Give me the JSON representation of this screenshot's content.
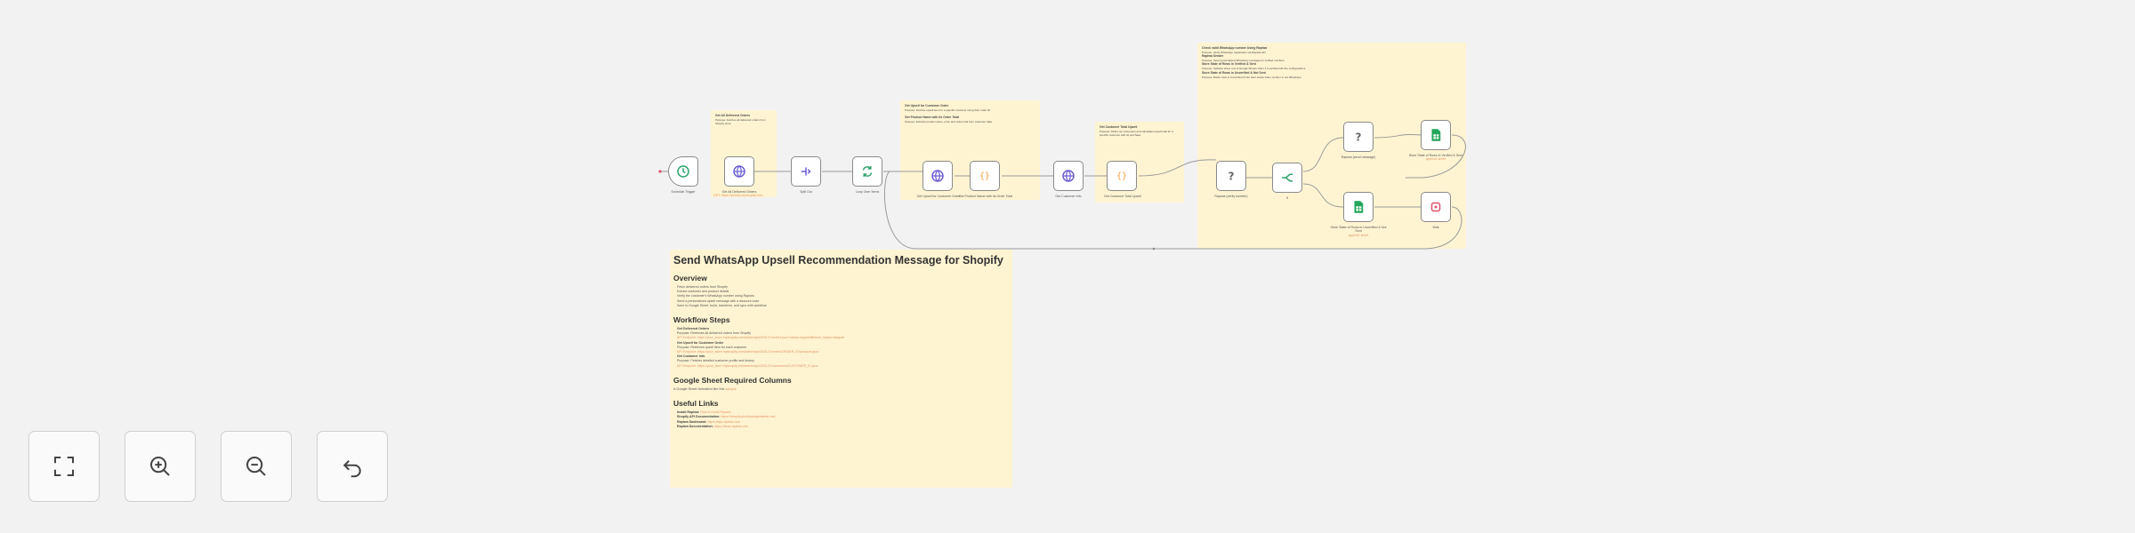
{
  "colors": {
    "accent_sheet": "#22a65a",
    "accent_purple": "#6b5dd3",
    "accent_orange": "#f29b38",
    "accent_teal": "#2fa36b",
    "accent_red": "#e0506b",
    "sticky_bg": "#fff4d1",
    "link": "#e0956b"
  },
  "nodes": [
    {
      "id": "n1",
      "icon": "clock-icon",
      "label": "Schedule Trigger",
      "sub": ""
    },
    {
      "id": "n2",
      "icon": "globe-icon",
      "label": "Get All Delivered Orders",
      "sub": "GET: https://{store}.myshopify.com..."
    },
    {
      "id": "n3",
      "icon": "split-icon",
      "label": "Split Out",
      "sub": ""
    },
    {
      "id": "n4",
      "icon": "loop-icon",
      "label": "Loop Over Items",
      "sub": ""
    },
    {
      "id": "n5",
      "icon": "globe-icon",
      "label": "Get Upsell for Customer Order",
      "sub": ""
    },
    {
      "id": "n6",
      "icon": "code-icon",
      "label": "Get Product Name with its Order Total",
      "sub": ""
    },
    {
      "id": "n7",
      "icon": "globe-icon",
      "label": "Get Customer Info",
      "sub": ""
    },
    {
      "id": "n8",
      "icon": "code-icon",
      "label": "Get Customer Total Upsell",
      "sub": ""
    },
    {
      "id": "n9",
      "icon": "question-icon",
      "label": "Rapiwa (verify number)",
      "sub": ""
    },
    {
      "id": "n10",
      "icon": "if-icon",
      "label": "If",
      "sub": ""
    },
    {
      "id": "n11",
      "icon": "question-icon",
      "label": "Rapiwa (send message)",
      "sub": ""
    },
    {
      "id": "n12",
      "icon": "sheet-icon",
      "label": "Store State of Rows in Verified & Sent",
      "sub": "append: sheet"
    },
    {
      "id": "n13",
      "icon": "sheet-icon",
      "label": "Store State of Rows in Unverified & Not Sent",
      "sub": "append: sheet"
    },
    {
      "id": "n14",
      "icon": "wait-icon",
      "label": "Wait",
      "sub": ""
    }
  ],
  "notes": {
    "n_get_orders": {
      "title": "Get All Delivered Orders",
      "body": [
        "Purpose: Fetches all delivered orders from Shopify store"
      ]
    },
    "n_upsell": {
      "title": "Get Upsell for Customer Order",
      "body": [
        "Purpose: Fetches upsell item for a specific customer using their order ID",
        "Get Product Name with its Order Total",
        "Purpose: Extracts product name, price and order total from customer data"
      ]
    },
    "n_customer": {
      "title": "Get Customer Total Upsell",
      "body": [
        "Purpose: Filters out customers and calculates upsell total for a specific customer with its purchase"
      ]
    },
    "n_rapiwa": {
      "title": "Check valid WhatsApp number Using Rapiwa",
      "body": [
        "Purpose: Verify WhatsApp registration via Rapiwa API",
        "Rapiwa Sender",
        "Purpose: Send personalized WhatsApp message for verified numbers",
        "Store State of Rows in Verified & Sent",
        "Purpose: Updates sheet row of Google Sheets when it is verified with the configurations",
        "Store State of Rows in Unverified & Not Sent",
        "Purpose: Marks rows in Unverified & Not Sent status when number is not WhatsApp"
      ]
    }
  },
  "main_note": {
    "title": "Send WhatsApp Upsell Recommendation Message for Shopify",
    "overview_heading": "Overview",
    "overview_items": [
      "Fetch delivered orders from Shopify",
      "Extract customer and product details",
      "Verify the customer's WhatsApp number using Rapiwa",
      "Send a personalized upsell message with a discount code",
      "Save to Google Sheet: build, transform, and sync with workflow"
    ],
    "steps_heading": "Workflow Steps",
    "steps": [
      {
        "name": "Get Delivered Orders",
        "items": [
          "Purpose: Retrieves all delivered orders from Shopify",
          "API Endpoint: https://your_store.myshopify.com/admin/api/2025-07/orders.json?status=any&fulfillment_status=shipped"
        ]
      },
      {
        "name": "Get Upsell for Customer Order",
        "items": [
          "Purpose: Retrieves upsell item for each customer",
          "API Endpoint: https://your_store.myshopify.com/admin/api/2025-07/orders/ORDER_ID/products.json"
        ]
      },
      {
        "name": "Get Customer Info",
        "items": [
          "Purpose: Fetches detailed customer profile and history",
          "API Endpoint: https://your_store.myshopify.com/admin/api/2025-07/customers/CUSTOMER_ID.json"
        ]
      }
    ],
    "sheet_heading": "Google Sheet Required Columns",
    "sheet_text": "A Google Sheet formatted like this",
    "sheet_link": "sample",
    "links_heading": "Useful Links",
    "links": [
      {
        "name": "Install Rapiwa:",
        "url": "How to install Rapiwa"
      },
      {
        "name": "Shopify API Documentation:",
        "url": "https://shopify.dev/docs/api/admin-rest"
      },
      {
        "name": "Rapiwa Dashboard:",
        "url": "https://app.rapiwa.com"
      },
      {
        "name": "Rapiwa Documentation:",
        "url": "https://docs.rapiwa.com"
      }
    ]
  },
  "controls": [
    {
      "name": "fit-view-button",
      "icon": "fit-view-icon"
    },
    {
      "name": "zoom-in-button",
      "icon": "zoom-in-icon"
    },
    {
      "name": "zoom-out-button",
      "icon": "zoom-out-icon"
    },
    {
      "name": "undo-button",
      "icon": "undo-icon"
    }
  ]
}
